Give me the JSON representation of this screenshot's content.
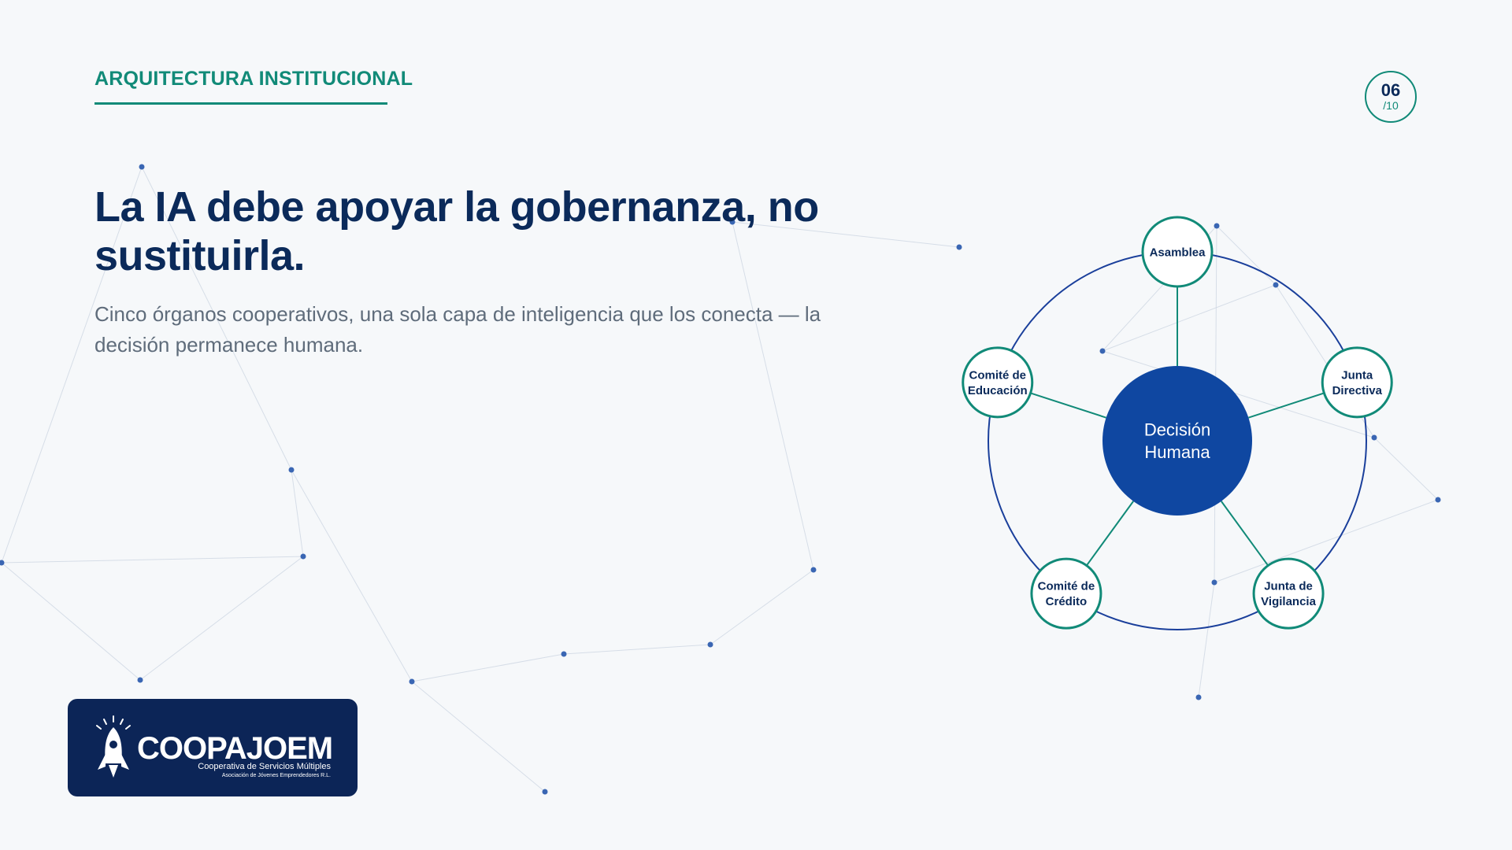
{
  "header": {
    "kicker": "ARQUITECTURA INSTITUCIONAL",
    "page_current": "06",
    "page_total": "/10"
  },
  "main": {
    "title": "La IA debe apoyar la gobernanza, no sustituirla.",
    "subtitle": "Cinco órganos cooperativos, una sola capa de inteligencia que los conecta — la decisión permanece humana."
  },
  "diagram": {
    "center": {
      "lines": [
        "Decisión",
        "Humana"
      ]
    },
    "nodes": [
      {
        "id": "asamblea",
        "lines": [
          "Asamblea"
        ]
      },
      {
        "id": "junta-directiva",
        "lines": [
          "Junta",
          "Directiva"
        ]
      },
      {
        "id": "junta-de-vigilancia",
        "lines": [
          "Junta de",
          "Vigilancia"
        ]
      },
      {
        "id": "comite-de-credito",
        "lines": [
          "Comité de",
          "Crédito"
        ]
      },
      {
        "id": "comite-de-educacion",
        "lines": [
          "Comité de",
          "Educación"
        ]
      }
    ]
  },
  "logo": {
    "name": "COOPAJOEM",
    "tagline": "Cooperativa de Servicios Múltiples",
    "subtagline": "Asociación de Jóvenes Emprendedores R.L."
  },
  "colors": {
    "background": "#f6f8fa",
    "navy": "#0b2a5a",
    "teal": "#118a78",
    "center_blue": "#0f47a1",
    "ring_blue": "#1a3f9b",
    "logo_bg": "#0c2557",
    "subtitle_gray": "#5f6c7b"
  }
}
